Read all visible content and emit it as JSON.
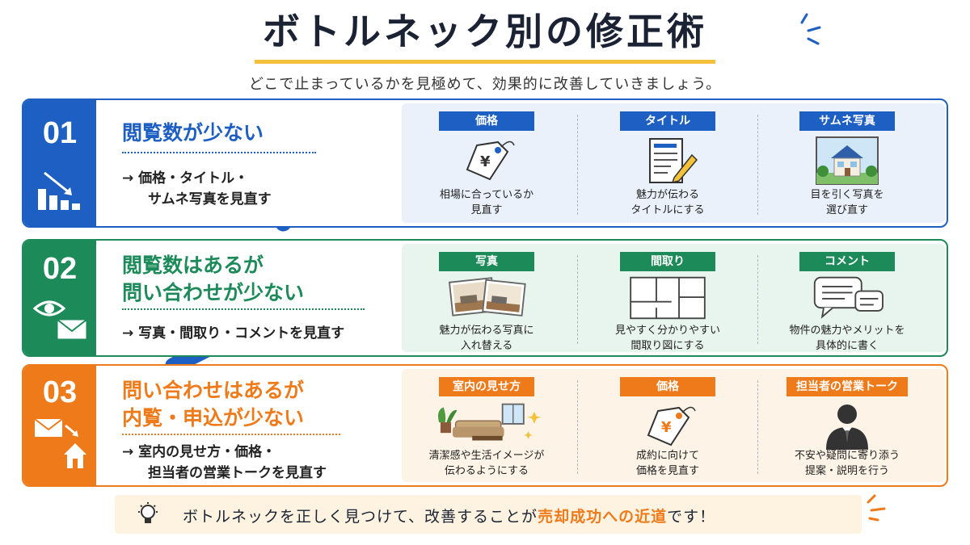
{
  "header": {
    "title": "ボトルネック別の修正術",
    "subtitle": "どこで止まっているかを見極めて、効果的に改善していきましょう。"
  },
  "colors": {
    "blue": "#1d5fc2",
    "green": "#1d8a5a",
    "orange": "#ef7a1a",
    "title_underline": "#f3c13a"
  },
  "rows": [
    {
      "number": "01",
      "icon": "bar-chart-down-icon",
      "heading": "閲覧数が少ない",
      "action_line1": "→ 価格・タイトル・",
      "action_line2": "サムネ写真を見直す",
      "cells": [
        {
          "badge": "価格",
          "icon": "price-tag-icon",
          "text1": "相場に合っているか",
          "text2": "見直す"
        },
        {
          "badge": "タイトル",
          "icon": "document-pencil-icon",
          "text1": "魅力が伝わる",
          "text2": "タイトルにする"
        },
        {
          "badge": "サムネ写真",
          "icon": "house-photo-icon",
          "text1": "目を引く写真を",
          "text2": "選び直す"
        }
      ]
    },
    {
      "number": "02",
      "icon": "eye-envelope-icon",
      "heading_line1": "閲覧数はあるが",
      "heading_line2": "問い合わせが少ない",
      "action_line1": "→ 写真・間取り・コメントを見直す",
      "cells": [
        {
          "badge": "写真",
          "icon": "room-photos-icon",
          "text1": "魅力が伝わる写真に",
          "text2": "入れ替える"
        },
        {
          "badge": "間取り",
          "icon": "floor-plan-icon",
          "text1": "見やすく分かりやすい",
          "text2": "間取り図にする"
        },
        {
          "badge": "コメント",
          "icon": "speech-bubbles-icon",
          "text1": "物件の魅力やメリットを",
          "text2": "具体的に書く"
        }
      ]
    },
    {
      "number": "03",
      "icon": "envelope-house-icon",
      "heading_line1": "問い合わせはあるが",
      "heading_line2": "内覧・申込が少ない",
      "action_line1": "→ 室内の見せ方・価格・",
      "action_line2": "担当者の営業トークを見直す",
      "cells": [
        {
          "badge": "室内の見せ方",
          "icon": "living-room-icon",
          "text1": "清潔感や生活イメージが",
          "text2": "伝わるようにする"
        },
        {
          "badge": "価格",
          "icon": "price-tag-icon",
          "text1": "成約に向けて",
          "text2": "価格を見直す"
        },
        {
          "badge": "担当者の営業トーク",
          "icon": "businessperson-icon",
          "text1": "不安や疑問に寄り添う",
          "text2": "提案・説明を行う"
        }
      ]
    }
  ],
  "footer": {
    "icon": "lightbulb-icon",
    "text_before": "ボトルネックを正しく見つけて、改善することが",
    "highlight": "売却成功への近道",
    "text_after": "です！"
  }
}
